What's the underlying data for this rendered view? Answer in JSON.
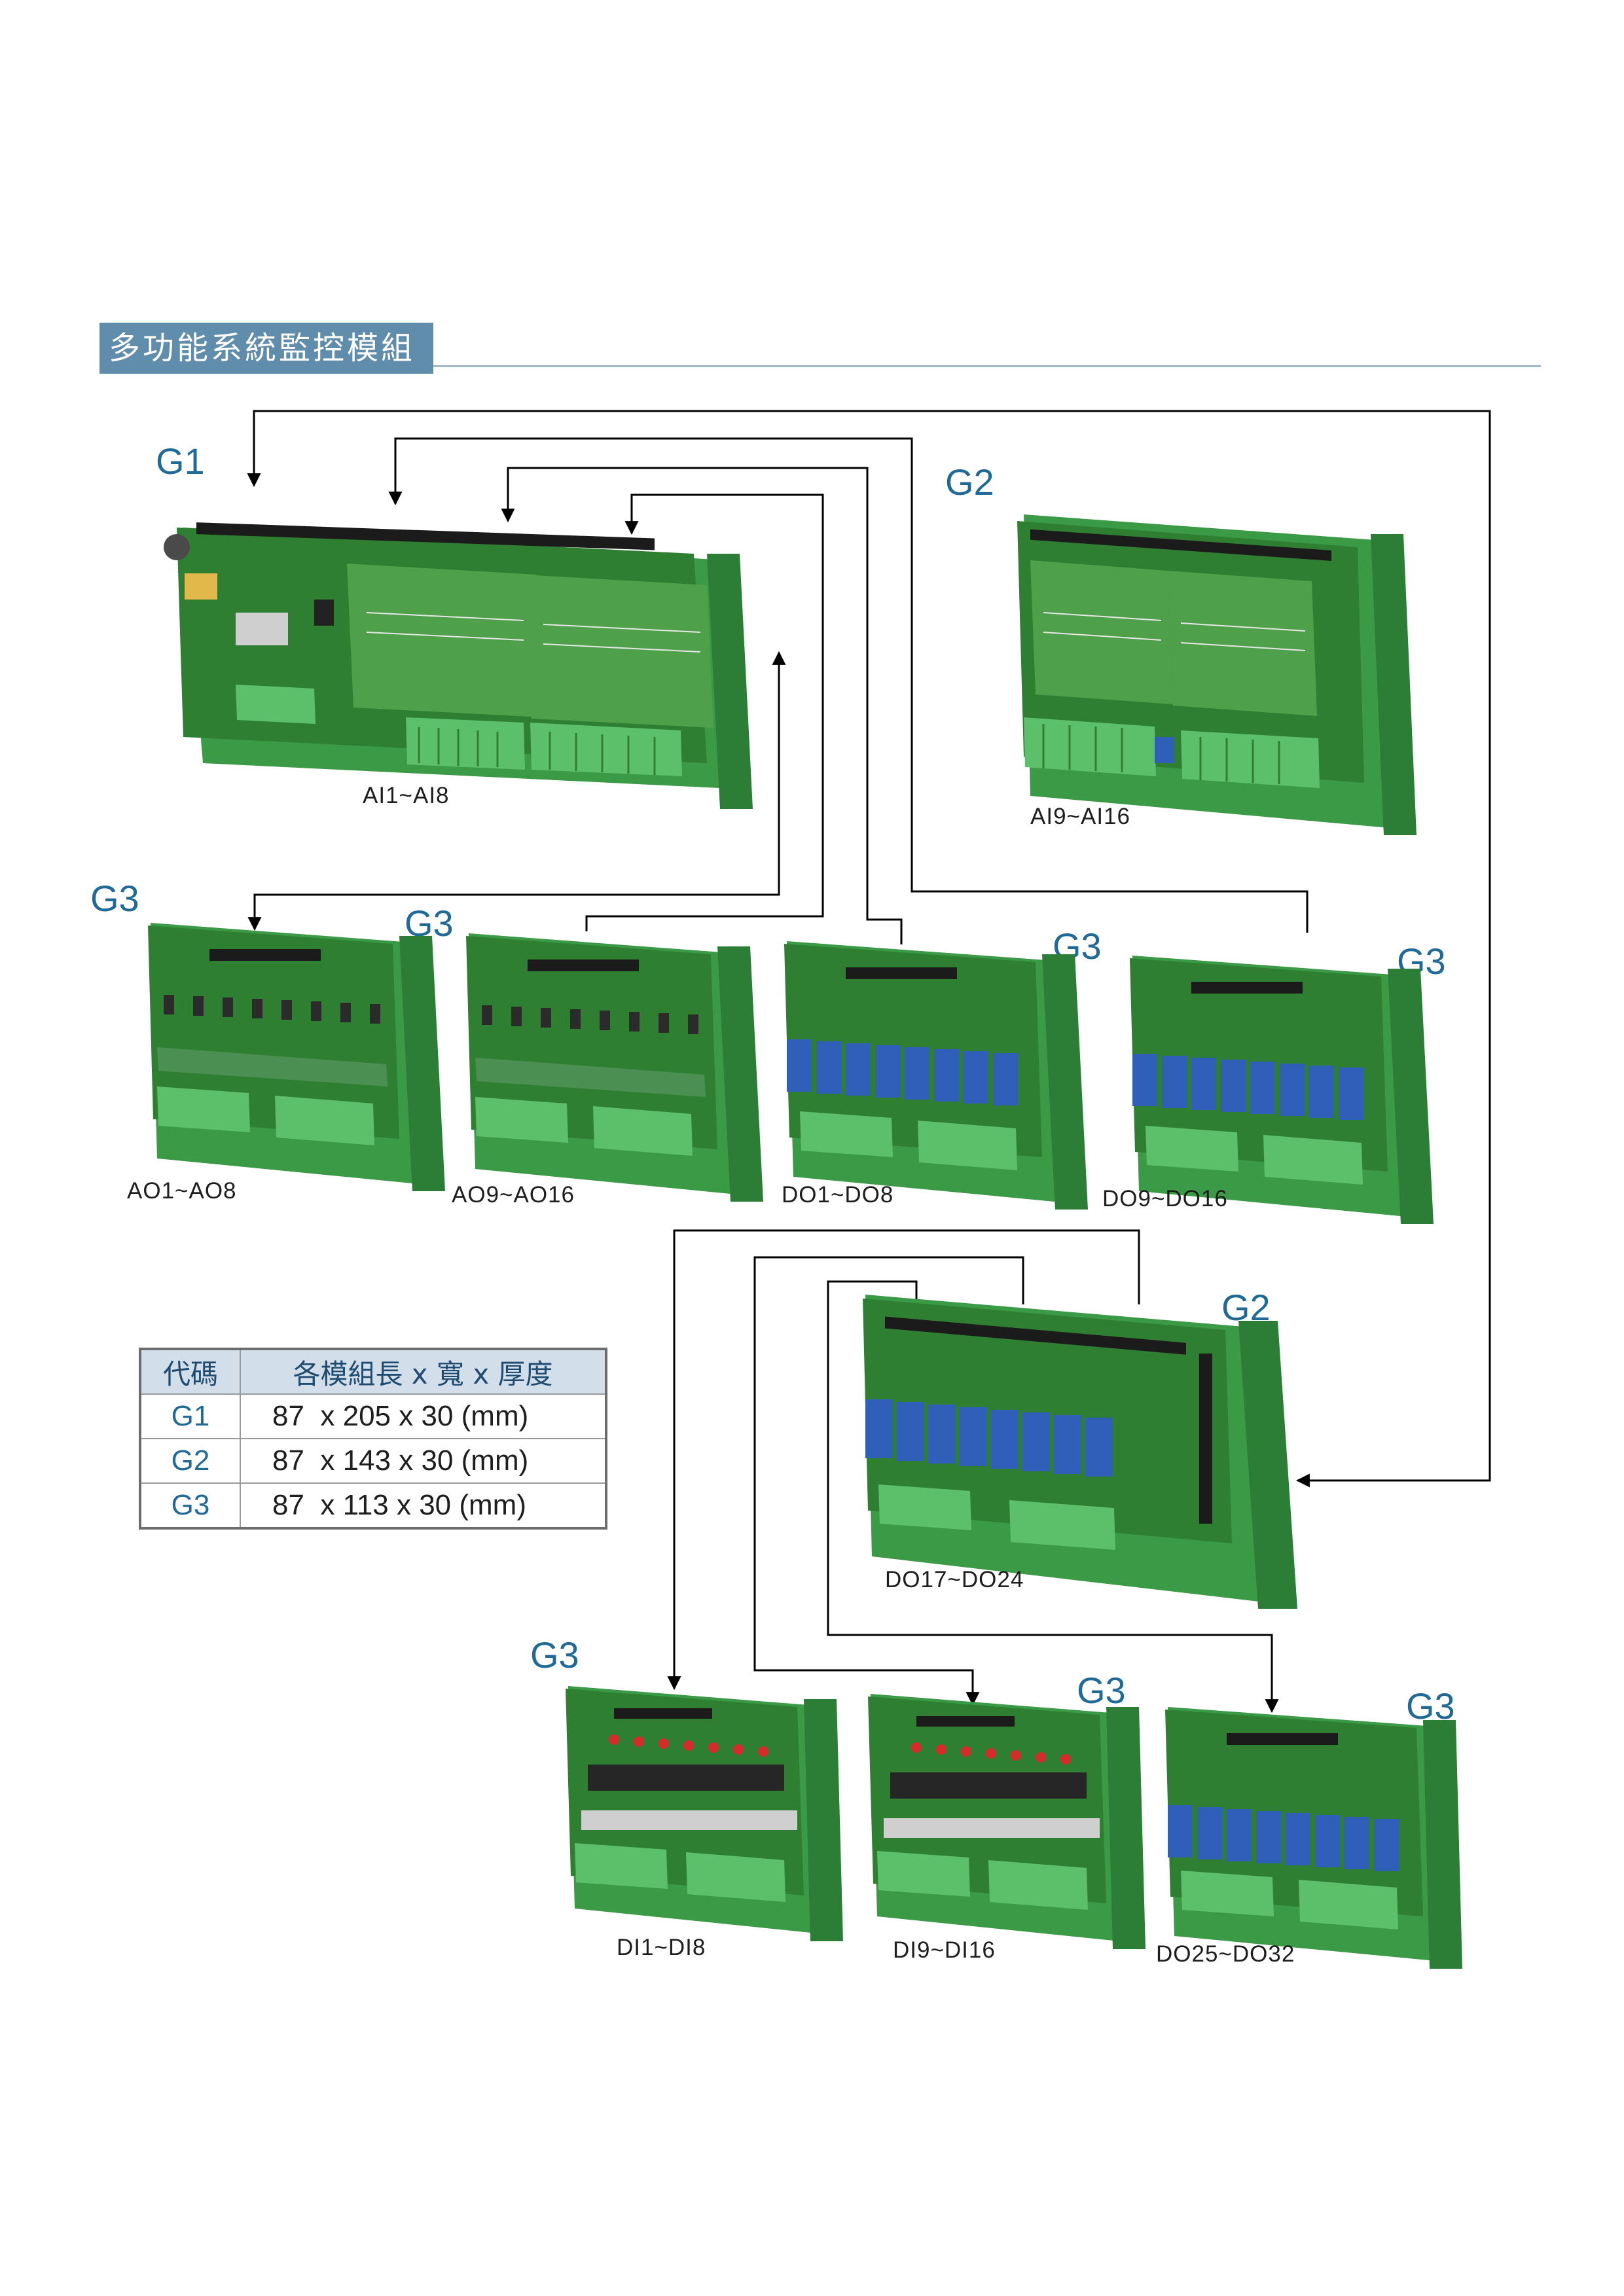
{
  "section": {
    "title": "多功能系統監控模組"
  },
  "colors": {
    "accent": "#1f6a97",
    "header_bg": "#5f8dab",
    "board_green": "#2f8a3c",
    "terminal_green": "#5cc06a",
    "relay_blue": "#2f5fb8"
  },
  "groups": {
    "g1": "G1",
    "g2_top": "G2",
    "g3_ao1": "G3",
    "g3_ao9": "G3",
    "g3_do1": "G3",
    "g3_do9": "G3",
    "g2_do17": "G2",
    "g3_di1": "G3",
    "g3_di9": "G3",
    "g3_do25": "G3"
  },
  "modules": {
    "ai1": "AI1~AI8",
    "ai9": "AI9~AI16",
    "ao1": "AO1~AO8",
    "ao9": "AO9~AO16",
    "do1": "DO1~DO8",
    "do9": "DO9~DO16",
    "do17": "DO17~DO24",
    "di1": "DI1~DI8",
    "di9": "DI9~DI16",
    "do25": "DO25~DO32"
  },
  "size_table": {
    "headers": [
      "代碼",
      "各模組長 x 寬 x 厚度"
    ],
    "rows": [
      {
        "code": "G1",
        "dims": "87  x 205 x 30 (mm)"
      },
      {
        "code": "G2",
        "dims": "87  x 143 x 30 (mm)"
      },
      {
        "code": "G3",
        "dims": "87  x 113 x 30 (mm)"
      }
    ]
  }
}
